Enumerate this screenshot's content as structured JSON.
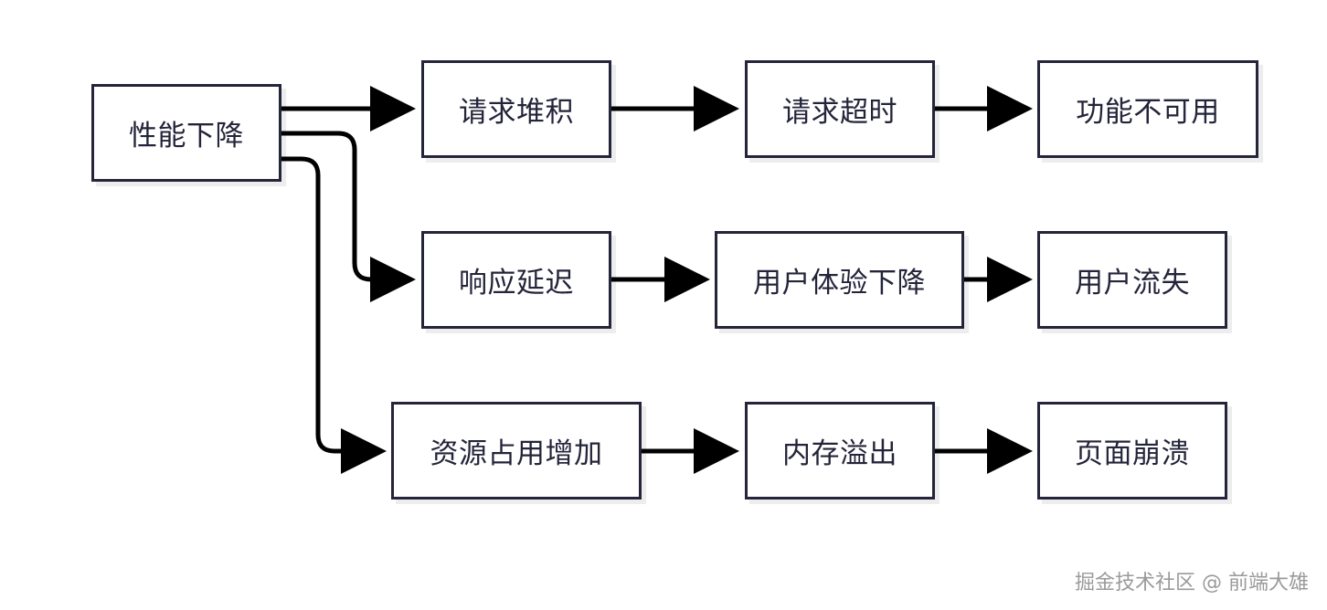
{
  "diagram": {
    "nodes": {
      "root": "性能下降",
      "request_backlog": "请求堆积",
      "request_timeout": "请求超时",
      "feature_unavailable": "功能不可用",
      "response_delay": "响应延迟",
      "ux_decline": "用户体验下降",
      "user_churn": "用户流失",
      "resource_increase": "资源占用增加",
      "memory_overflow": "内存溢出",
      "page_crash": "页面崩溃"
    },
    "edges": [
      [
        "root",
        "request_backlog"
      ],
      [
        "request_backlog",
        "request_timeout"
      ],
      [
        "request_timeout",
        "feature_unavailable"
      ],
      [
        "root",
        "response_delay"
      ],
      [
        "response_delay",
        "ux_decline"
      ],
      [
        "ux_decline",
        "user_churn"
      ],
      [
        "root",
        "resource_increase"
      ],
      [
        "resource_increase",
        "memory_overflow"
      ],
      [
        "memory_overflow",
        "page_crash"
      ]
    ],
    "colors": {
      "stroke": "#24243a",
      "edge": "#000000",
      "watermark": "#9a9a9a"
    }
  },
  "watermark": "掘金技术社区 @ 前端大雄"
}
